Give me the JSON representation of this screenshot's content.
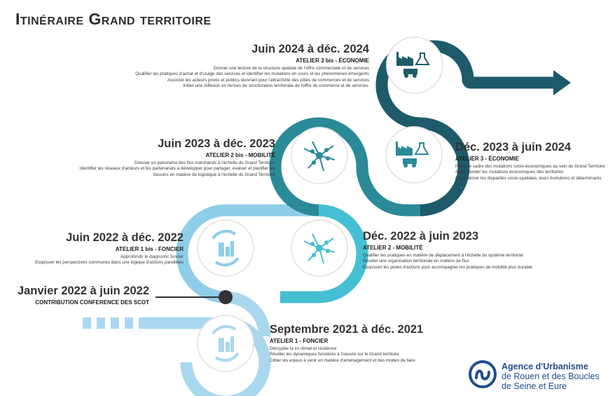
{
  "title": "Itinéraire Grand territoire",
  "steps": [
    {
      "period": "Juin 2024 à déc. 2024",
      "atelier": "ATELIER 3 bis - ÉCONOMIE",
      "lines": [
        "Donner une lecture de la structure spatiale de l'offre commerciale et de services",
        "Qualifier les pratiques d'achat et d'usage des services et identifier les mutations en cours et les phénomènes émergents",
        "Associer les acteurs privés et publics œuvrant pour l'attractivité des pôles de commerces et de services",
        "Initier une réflexion en termes de structuration territoriale de l'offre de commerce et de services."
      ],
      "icon": "industry-icon"
    },
    {
      "period": "Déc. 2023 à juin 2024",
      "atelier": "ATELIER 3 - ÉCONOMIE",
      "lines": [
        "Poser le cadre des mutations socio-économiques au sein du Grand Territoire",
        "Appréhender les mutations économiques des territoires",
        "Caractériser les disparités socio-spatiales, leurs évolutions et déterminants"
      ],
      "icon": "industry-icon"
    },
    {
      "period": "Juin 2023 à déc. 2023",
      "atelier": "ATELIER 2 bis - MOBILITÉ",
      "lines": [
        "Dresser un panorama des flux marchands à l'échelle du Grand Territoire",
        "Identifier les réseaux d'acteurs et les partenariats à développer pour partager, évaluer et planifier les",
        "besoins en matière de logistique à l'échelle du Grand Territoire"
      ],
      "icon": "network-icon"
    },
    {
      "period": "Déc. 2022 à juin 2023",
      "atelier": "ATELIER 2 - MOBILITÉ",
      "lines": [
        "Qualifier les pratiques en matière de déplacement à l'échelle du système territorial",
        "Révéler une organisation territoriale en matière de flux",
        "Esquisser les pistes d'actions pour accompagner les pratiques de mobilité plus durable"
      ],
      "icon": "network-icon"
    },
    {
      "period": "Juin 2022 à déc. 2022",
      "atelier": "ATELIER 1 bis - FONCIER",
      "lines": [
        "Approfondir le diagnostic foncier",
        "Esquisser les perspectives communes dans une logique d'actions parallèles"
      ],
      "icon": "buildings-cycle-icon"
    },
    {
      "period": "Janvier 2022 à juin 2022",
      "atelier": "CONTRIBUTION CONFERENCE DES SCOT",
      "lines": []
    },
    {
      "period": "Septembre 2021 à déc. 2021",
      "atelier": "ATELIER 1 - FONCIER",
      "lines": [
        "Décrypter la loi climat et résilience",
        "Révéler les dynamiques foncières à l'oeuvre sur le Grand territoire",
        "Cibler les enjeux à venir en matière d'aménagement et des modes de faire"
      ],
      "icon": "buildings-cycle-icon"
    }
  ],
  "logo": {
    "line1": "Agence d'Urbanisme",
    "line2": "de Rouen et des Boucles",
    "line3": "de Seine et Eure"
  },
  "colors": {
    "level1": "#a9d8ee",
    "level1b": "#8fcde8",
    "level2": "#45bfd3",
    "level3": "#2b8a98",
    "level4": "#1d5b6b",
    "marker": "#333333",
    "logo": "#1f4e8c"
  }
}
